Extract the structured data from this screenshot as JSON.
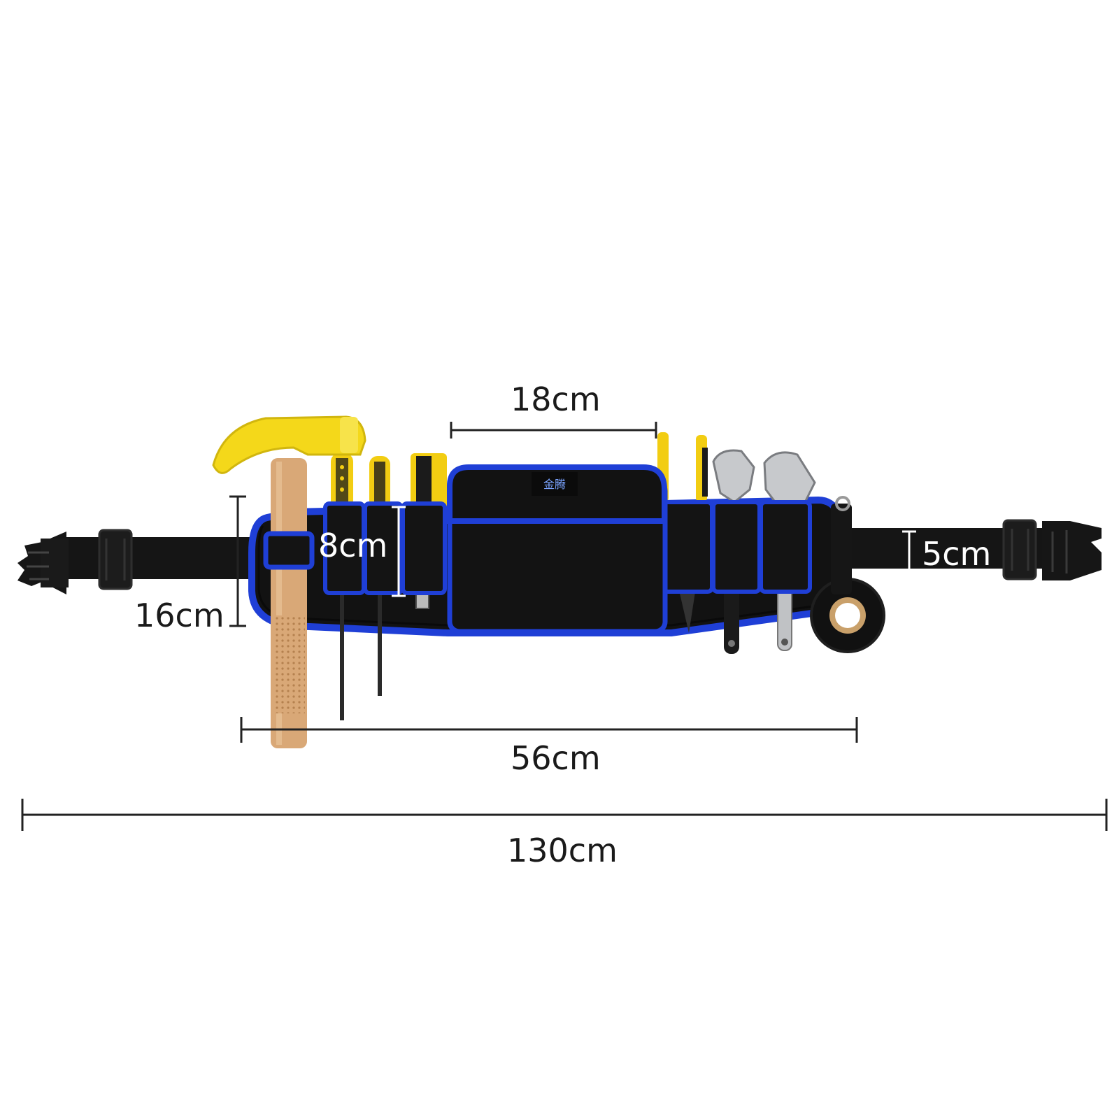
{
  "colors": {
    "background": "#ffffff",
    "belt_black": "#111111",
    "trim_blue": "#1f3fd6",
    "hammer_yellow": "#f4d81a",
    "handle_wood": "#d9a877",
    "dimension_line": "#222222"
  },
  "brand_logo_text": "金腾",
  "dimensions": {
    "pouch_width": "18cm",
    "pocket_height": "8cm",
    "belt_pad_height": "16cm",
    "strap_width": "5cm",
    "pad_length": "56cm",
    "total_length": "130cm"
  }
}
